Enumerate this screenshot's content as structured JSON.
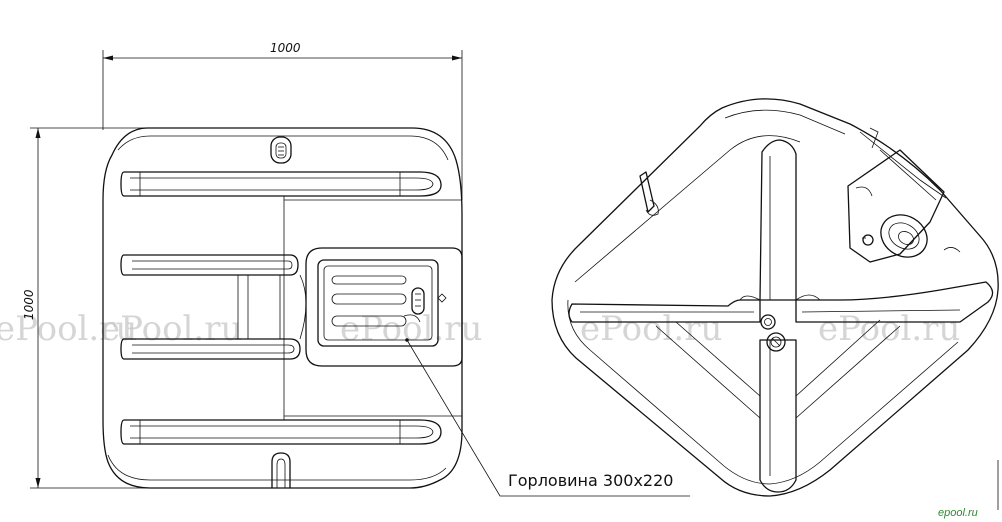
{
  "dimensions": {
    "width": "1000",
    "height": "1000"
  },
  "callout": {
    "label": "Горловина 300х220"
  },
  "watermark": {
    "text": "ePool.ru"
  },
  "corner_mark": {
    "text": "epool.ru",
    "color": "#2f8a2f"
  }
}
